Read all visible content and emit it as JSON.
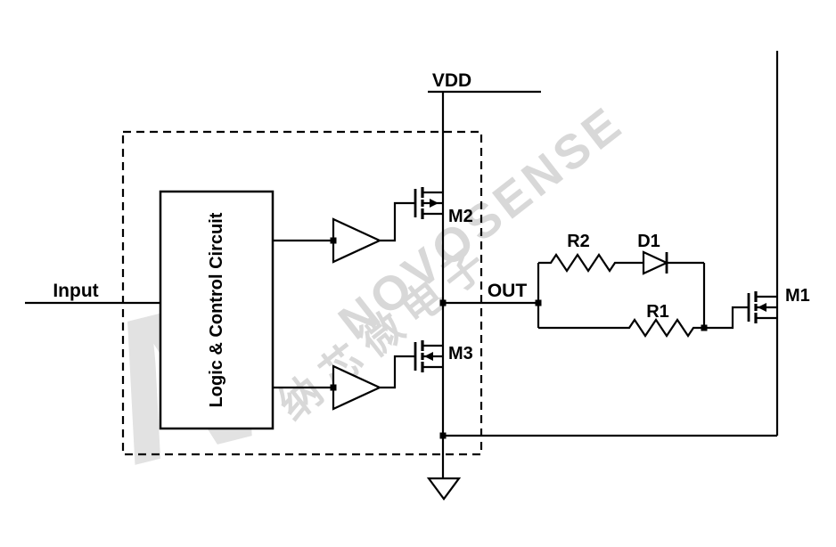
{
  "labels": {
    "input": "Input",
    "vdd": "VDD",
    "out": "OUT",
    "logic_block": "Logic & Control Circuit",
    "m1": "M1",
    "m2": "M2",
    "m3": "M3",
    "r1": "R1",
    "r2": "R2",
    "d1": "D1"
  },
  "watermark": {
    "brand": "NOVOSENSE",
    "brand_cn": "纳芯微电子",
    "logo_letter": "N"
  },
  "colors": {
    "line": "#000000",
    "background": "#ffffff",
    "watermark_text": "#d8d8d8",
    "watermark_logo": "#e2e2e2"
  }
}
